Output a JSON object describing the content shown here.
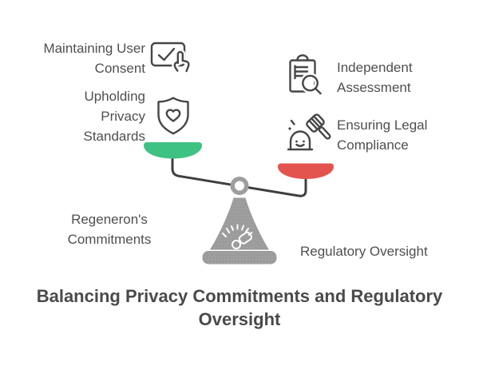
{
  "diagram": {
    "title": "Balancing Privacy Commitments and Regulatory\nOversight",
    "left_side": {
      "group_label": "Regeneron's\nCommitments",
      "pan_color": "#3ec283",
      "items": [
        {
          "label": "Maintaining User\nConsent",
          "icon": "consent-check-tap-icon"
        },
        {
          "label": "Upholding\nPrivacy\nStandards",
          "icon": "shield-heart-icon"
        }
      ]
    },
    "right_side": {
      "group_label": "Regulatory Oversight",
      "pan_color": "#e4544f",
      "items": [
        {
          "label": "Independent\nAssessment",
          "icon": "clipboard-magnifier-icon"
        },
        {
          "label": "Ensuring Legal\nCompliance",
          "icon": "gavel-compliance-icon"
        }
      ]
    },
    "colors": {
      "left_pan": "#3ec283",
      "right_pan": "#e4544f",
      "base": "#9b9b9b",
      "base_dots": "#a9a9a9",
      "beam": "#3f3f3f",
      "pivot_ring": "#9e9e9e",
      "icon_stroke": "#464646",
      "label_text": "#4f4f4f",
      "title_text": "#4a4a4a"
    }
  }
}
